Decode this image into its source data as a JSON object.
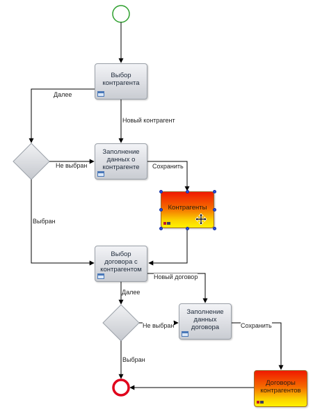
{
  "nodes": {
    "select_counterparty": "Выбор контрагента",
    "fill_counterparty": "Заполнение данных о контрагенте",
    "counterparties": "Контрагенты",
    "select_contract": "Выбор договора с контрагентом",
    "fill_contract": "Заполнение данных договора",
    "contracts": "Договоры контрагентов"
  },
  "edges": {
    "next_1": "Далее",
    "new_counterparty": "Новый контрагент",
    "not_selected_1": "Не выбран",
    "save_1": "Сохранить",
    "selected_1": "Выбран",
    "new_contract": "Новый договор",
    "next_2": "Далее",
    "not_selected_2": "Не выбран",
    "save_2": "Сохранить",
    "selected_2": "Выбран"
  },
  "colors": {
    "start_event": "#2ea02e",
    "end_event": "#e0001b",
    "flow_line": "#000000",
    "selection_handle": "#2a4de0"
  },
  "icons": {
    "task": "form-icon",
    "data_object": "data-icon",
    "cursor": "move-cursor-icon"
  }
}
